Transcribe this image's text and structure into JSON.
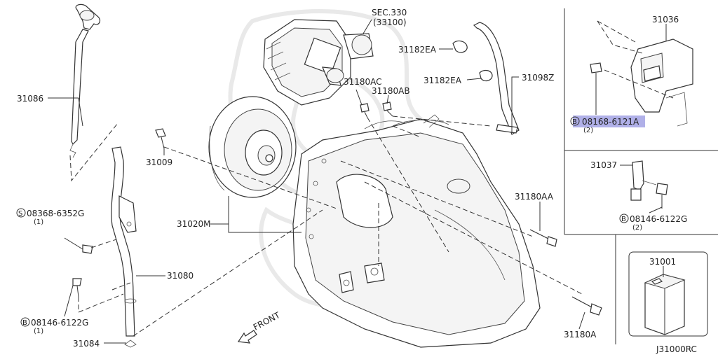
{
  "diagram": {
    "reference_code": "J31000RC",
    "front_label": "FRONT",
    "parts": [
      {
        "id": "sec330",
        "label": "SEC.330",
        "sub": "(33100)"
      },
      {
        "id": "31182ea_top",
        "label": "31182EA"
      },
      {
        "id": "31182ea_mid",
        "label": "31182EA"
      },
      {
        "id": "31098z",
        "label": "31098Z"
      },
      {
        "id": "31180ac",
        "label": "31180AC"
      },
      {
        "id": "31180ab",
        "label": "31180AB"
      },
      {
        "id": "31086",
        "label": "31086"
      },
      {
        "id": "31009",
        "label": "31009"
      },
      {
        "id": "31020m",
        "label": "31020M"
      },
      {
        "id": "31180aa",
        "label": "31180AA"
      },
      {
        "id": "31080",
        "label": "31080"
      },
      {
        "id": "31084",
        "label": "31084"
      },
      {
        "id": "31180a",
        "label": "31180A"
      },
      {
        "id": "bolt_s",
        "prefix": "S",
        "label": "08368-6352G",
        "sub": "(1)"
      },
      {
        "id": "bolt_b1",
        "prefix": "B",
        "label": "08146-6122G",
        "sub": "(1)"
      },
      {
        "id": "31036",
        "label": "31036"
      },
      {
        "id": "bolt_b_highlight",
        "prefix": "B",
        "label": "08168-6121A",
        "sub": "(2)",
        "highlighted": true
      },
      {
        "id": "31037",
        "label": "31037"
      },
      {
        "id": "bolt_b2",
        "prefix": "B",
        "label": "08146-6122G",
        "sub": "(2)"
      },
      {
        "id": "31001",
        "label": "31001"
      }
    ]
  }
}
